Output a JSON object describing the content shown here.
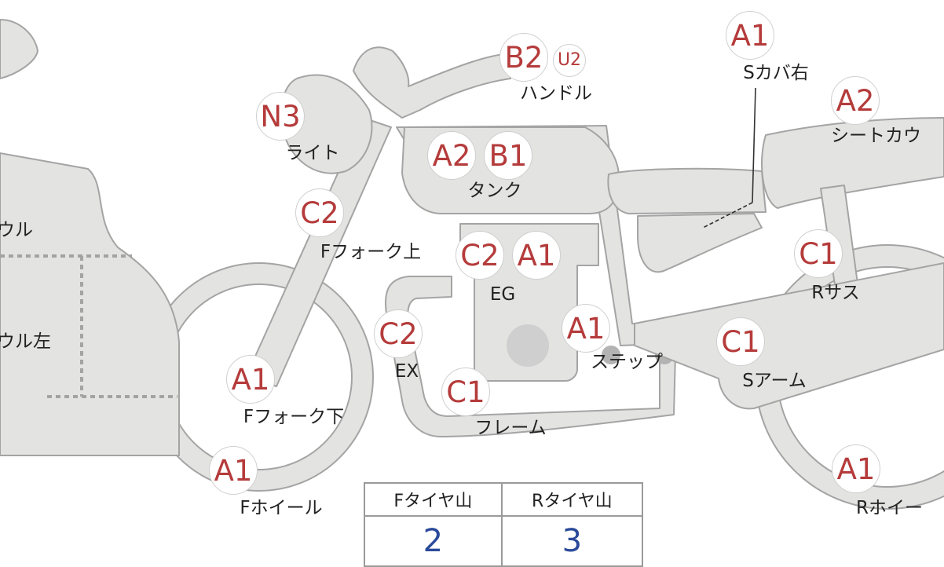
{
  "parts": [
    {
      "id": "s-cowl-right",
      "text": "ウル"
    },
    {
      "id": "s-cowl-left",
      "text": "ウル左"
    },
    {
      "id": "light",
      "text": "ライト"
    },
    {
      "id": "fork-upper",
      "text": "Fフォーク上"
    },
    {
      "id": "fork-lower",
      "text": "Fフォーク下"
    },
    {
      "id": "front-wheel",
      "text": "Fホイール"
    },
    {
      "id": "handle",
      "text": "ハンドル"
    },
    {
      "id": "tank",
      "text": "タンク"
    },
    {
      "id": "engine",
      "text": "EG"
    },
    {
      "id": "exhaust",
      "text": "EX"
    },
    {
      "id": "frame",
      "text": "フレーム"
    },
    {
      "id": "step",
      "text": "ステップ"
    },
    {
      "id": "side-cover-right",
      "text": "Sカバ右"
    },
    {
      "id": "seat-cowl",
      "text": "シートカウ"
    },
    {
      "id": "rear-suspension",
      "text": "Rサス"
    },
    {
      "id": "swing-arm",
      "text": "Sアーム"
    },
    {
      "id": "rear-wheel",
      "text": "Rホイー"
    }
  ],
  "badges": [
    {
      "id": "light",
      "grade": "N3"
    },
    {
      "id": "fork-upper",
      "grade": "C2"
    },
    {
      "id": "fork-lower",
      "grade": "A1"
    },
    {
      "id": "front-wheel",
      "grade": "A1"
    },
    {
      "id": "handle-main",
      "grade": "B2"
    },
    {
      "id": "handle-sub",
      "grade": "U2"
    },
    {
      "id": "tank-1",
      "grade": "A2"
    },
    {
      "id": "tank-2",
      "grade": "B1"
    },
    {
      "id": "engine-1",
      "grade": "C2"
    },
    {
      "id": "engine-2",
      "grade": "A1"
    },
    {
      "id": "exhaust",
      "grade": "C2"
    },
    {
      "id": "frame",
      "grade": "C1"
    },
    {
      "id": "step",
      "grade": "A1"
    },
    {
      "id": "side-cover-right",
      "grade": "A1"
    },
    {
      "id": "seat-cowl",
      "grade": "A2"
    },
    {
      "id": "rear-suspension",
      "grade": "C1"
    },
    {
      "id": "swing-arm",
      "grade": "C1"
    },
    {
      "id": "rear-wheel",
      "grade": "A1"
    }
  ],
  "tire_table": {
    "headers": [
      "Fタイヤ山",
      "Rタイヤ山"
    ],
    "values": [
      "2",
      "3"
    ]
  },
  "colors": {
    "part_fill": "#e3e3e1",
    "part_stroke": "#a4a4a4",
    "grade_text": "#b53b3b",
    "tire_value": "#2a4a9a"
  }
}
